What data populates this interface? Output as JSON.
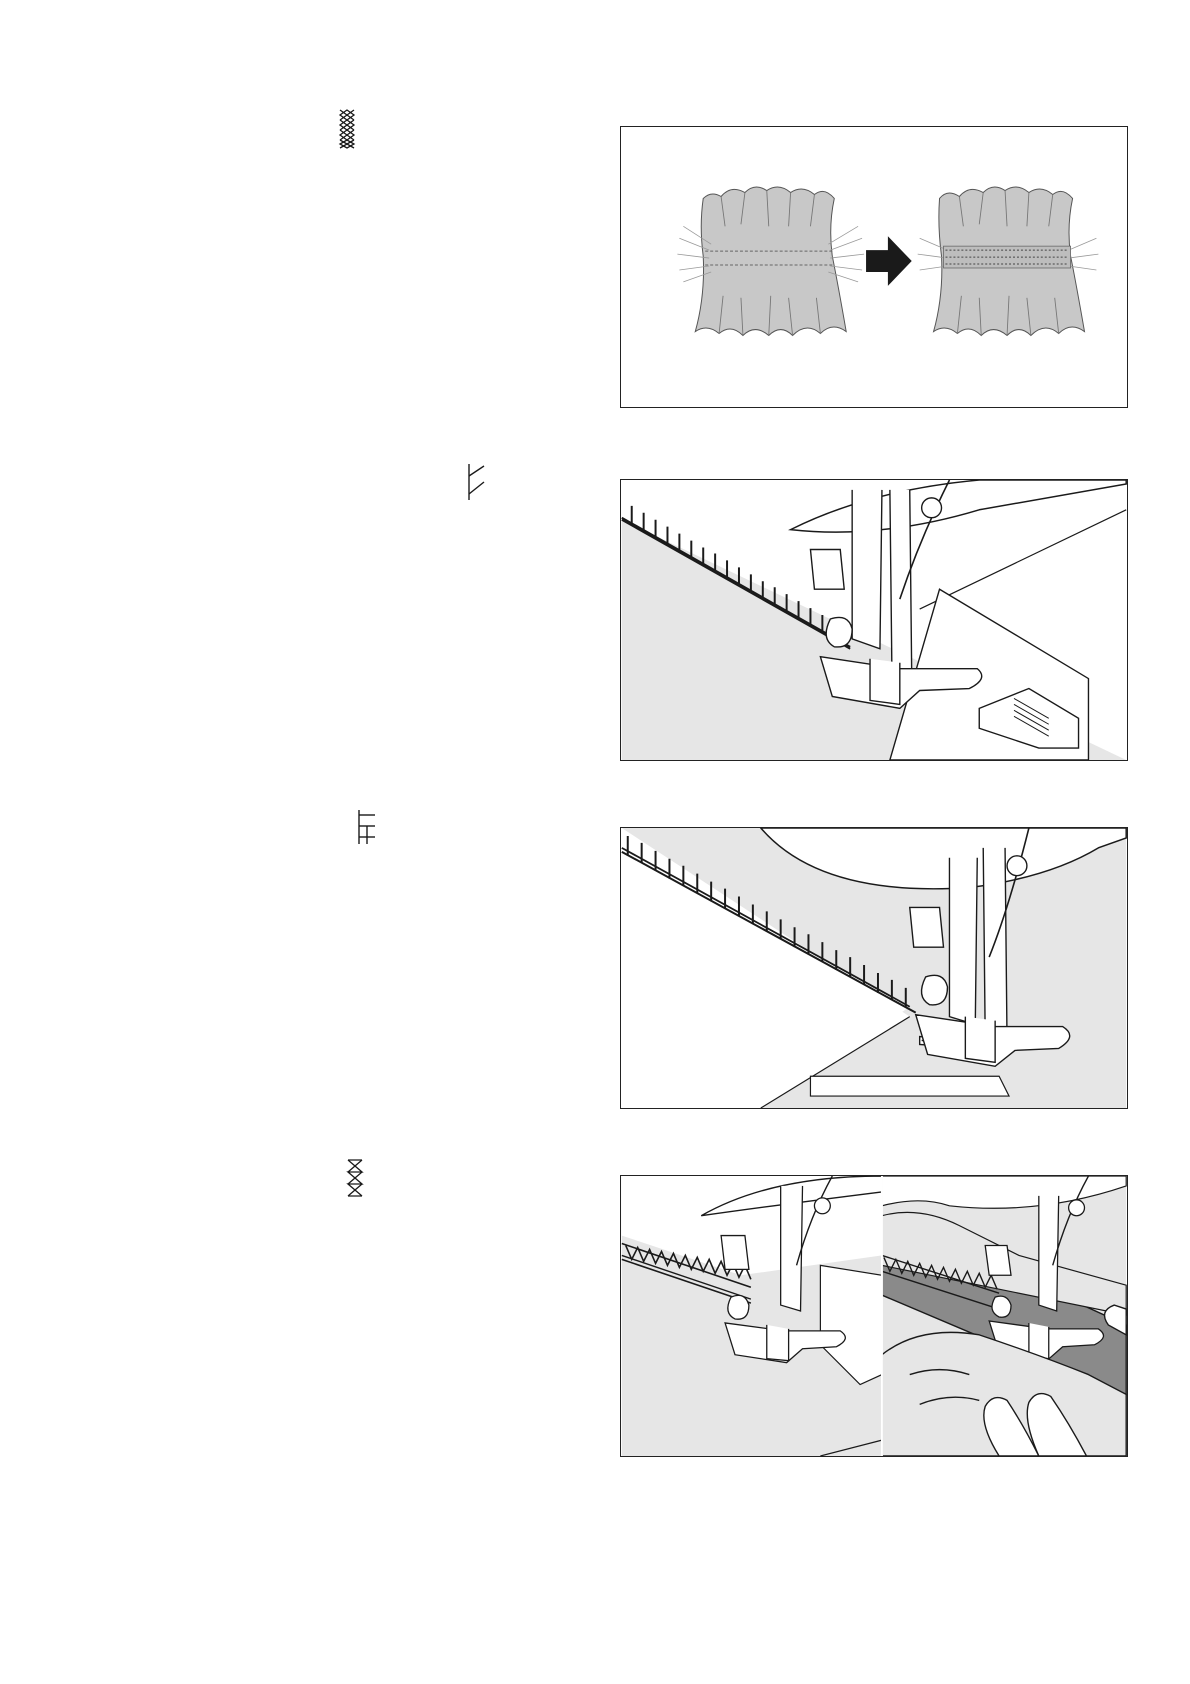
{
  "page": {
    "background": "#ffffff",
    "line_color": "#1a1a1a",
    "fabric_color": "#e6e6e6",
    "gathered_fabric_color": "#c8c8c8",
    "tape_color": "#8a8a8a"
  },
  "sections": [
    {
      "stitch_icon": "smocking-stitch-icon",
      "illustration": "gathered-fabric-before-after"
    },
    {
      "stitch_icon": "blanket-stitch-icon",
      "illustration": "sewing-edge-with-presser-foot"
    },
    {
      "stitch_icon": "comb-stitch-icon",
      "illustration": "sewing-border-with-presser-foot"
    },
    {
      "stitch_icon": "zigzag-triangle-stitch-icon",
      "illustration": "sewing-tape-onto-fabric-two-views"
    }
  ]
}
